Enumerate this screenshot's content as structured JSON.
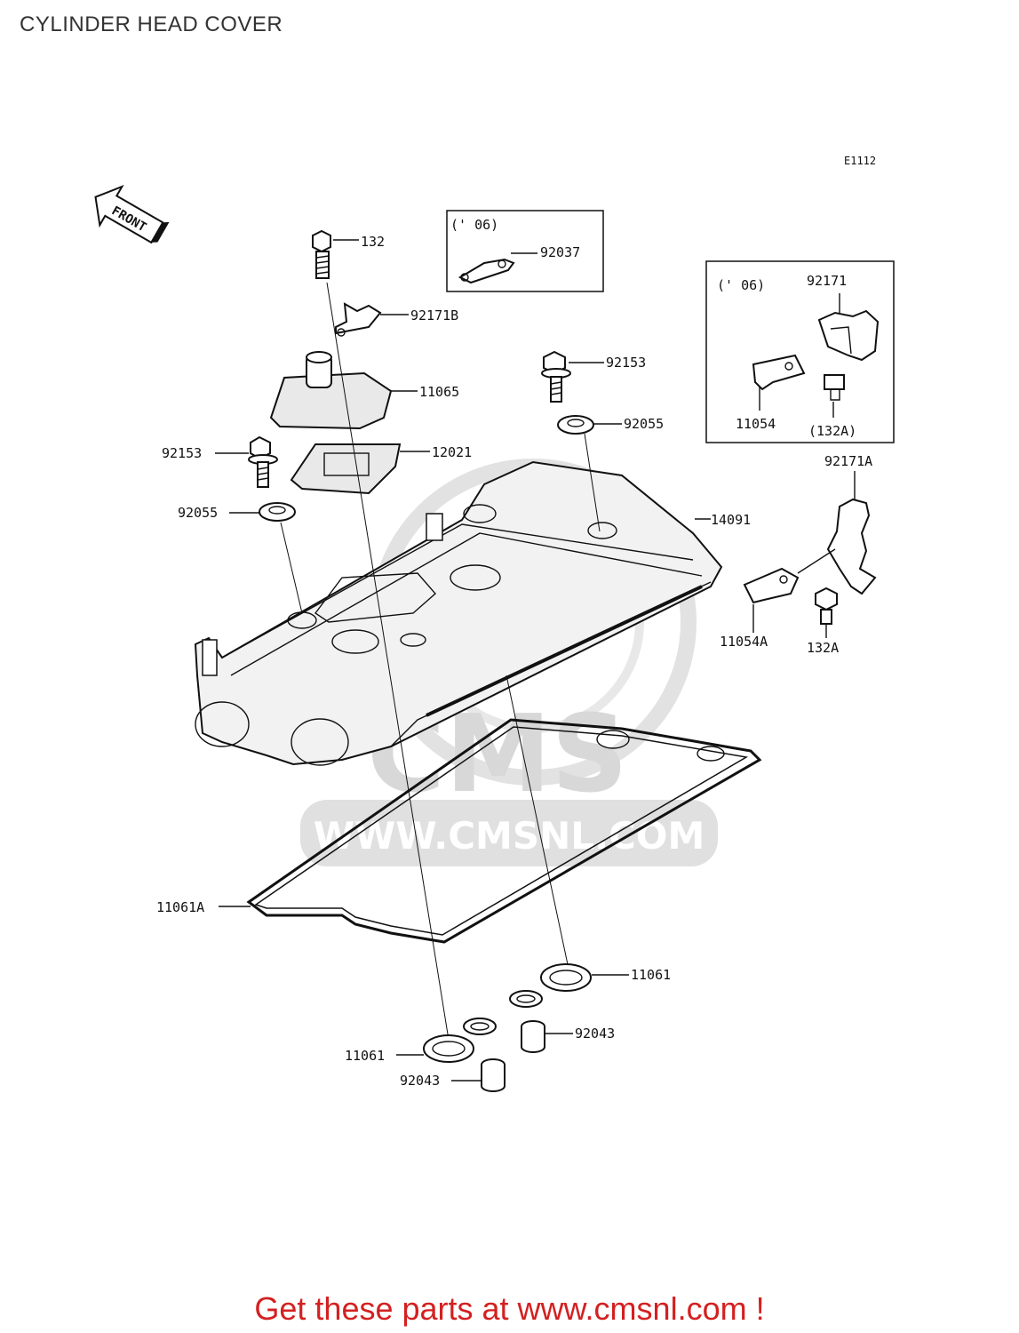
{
  "title": "CYLINDER HEAD COVER",
  "diagram_code": "E1112",
  "front_marker": "FRONT",
  "watermark": {
    "brand": "CMS",
    "url": "WWW.CMSNL.COM"
  },
  "inset_boxes": [
    {
      "year_label": "(' 06)",
      "parts": [
        "92037"
      ]
    },
    {
      "year_label": "(' 06)",
      "parts": [
        "92171",
        "11054",
        "(132A)"
      ]
    }
  ],
  "part_labels": {
    "p132": "132",
    "p92037": "92037",
    "p92171B": "92171B",
    "p92153_right": "92153",
    "p11065": "11065",
    "p92055_right": "92055",
    "p92153_left": "92153",
    "p12021": "12021",
    "p92055_left": "92055",
    "p14091": "14091",
    "p92171": "92171",
    "p11054": "11054",
    "p132A_box": "(132A)",
    "p92171A": "92171A",
    "p11054A": "11054A",
    "p132A": "132A",
    "p11061A": "11061A",
    "p11061_right": "11061",
    "p92043_right": "92043",
    "p11061_left": "11061",
    "p92043_left": "92043"
  },
  "cta": "Get these parts at www.cmsnl.com !",
  "colors": {
    "cta": "#d42020",
    "watermark": "#d8d8d8",
    "line": "#111111"
  }
}
